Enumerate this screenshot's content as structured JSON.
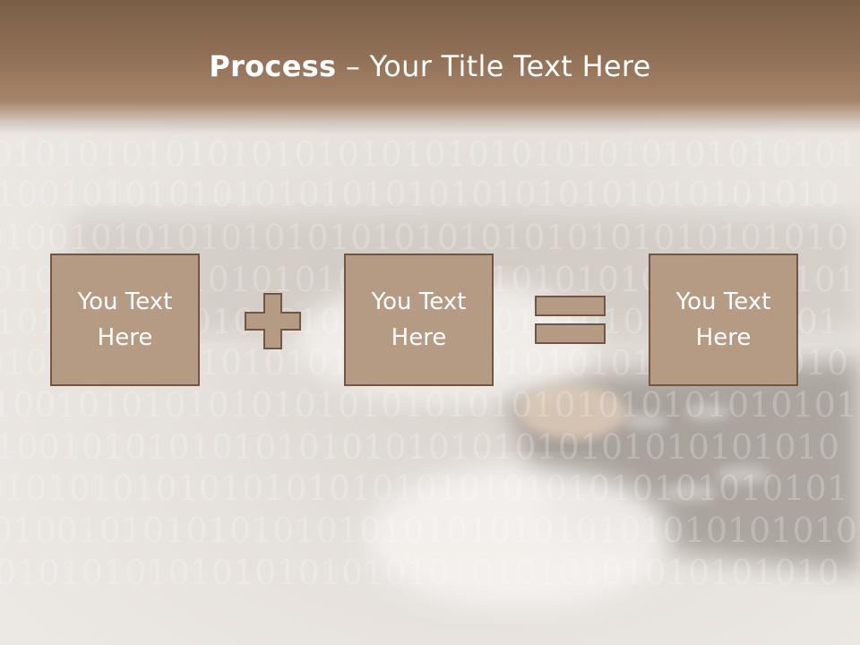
{
  "slide": {
    "title_bold": "Process",
    "title_rest": " – Your Title Text Here",
    "boxes": [
      {
        "text": "You Text\nHere"
      },
      {
        "text": "You Text\nHere"
      },
      {
        "text": "You Text\nHere"
      }
    ],
    "operators": [
      "plus-icon",
      "equals-icon"
    ],
    "colors": {
      "header": "#8f6f55",
      "box_fill": "#b59a84",
      "box_border": "#6f5747",
      "text": "#ffffff"
    }
  }
}
